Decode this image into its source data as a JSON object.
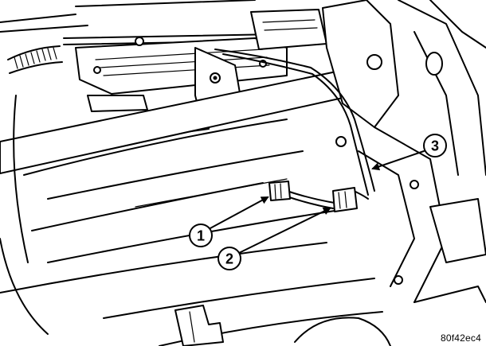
{
  "callouts": [
    {
      "label": "1"
    },
    {
      "label": "2"
    },
    {
      "label": "3"
    }
  ],
  "figure_code": "80f42ec4",
  "colors": {
    "line": "#000000",
    "background": "#ffffff"
  }
}
